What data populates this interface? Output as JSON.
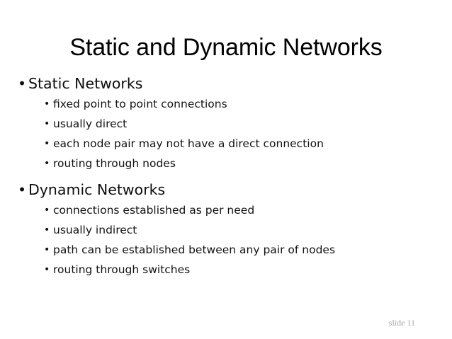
{
  "slide": {
    "title": "Static and Dynamic Networks",
    "footer": "slide 11",
    "bullet_char": "•",
    "colors": {
      "background": "#ffffff",
      "title_text": "#000000",
      "body_text": "#0d0d0d",
      "footer_text": "#a6a6a6"
    },
    "groups": [
      {
        "heading": "Static Networks",
        "items": [
          "fixed point to point connections",
          "usually direct",
          "each node pair may not have a direct connection",
          "routing through nodes"
        ]
      },
      {
        "heading": "Dynamic Networks",
        "items": [
          "connections established as per need",
          "usually indirect",
          "path can be established between any pair of nodes",
          "routing through switches"
        ]
      }
    ]
  }
}
